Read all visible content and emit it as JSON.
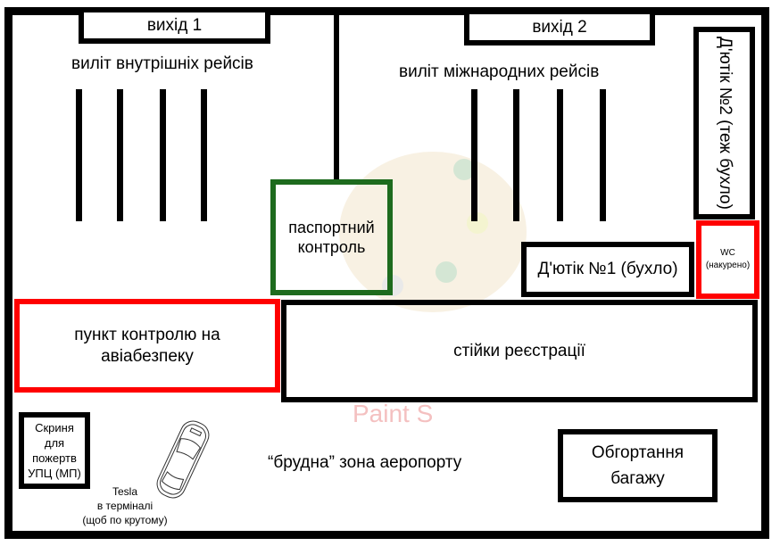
{
  "exits": {
    "exit1": "вихід 1",
    "exit2": "вихід 2"
  },
  "zones": {
    "domestic_departures": "виліт внутрішніх рейсів",
    "international_departures": "виліт міжнародних рейсів",
    "passport_control": "паспортний контроль",
    "duty_free_1": "Д'ютік №1 (бухло)",
    "duty_free_2": "Д'ютік №2 (теж бухло)",
    "wc_title": "WC",
    "wc_note": "(накурено)",
    "security_checkpoint": "пункт контролю на авіабезпеку",
    "checkin_counters": "стійки реєстрації",
    "donation_box": "Скриня для пожертв УПЦ (МП)",
    "tesla_line1": "Tesla",
    "tesla_line2": "в терміналі",
    "tesla_line3": "(щоб по крутому)",
    "landside": "“брудна” зона аеропорту",
    "baggage_wrap": "Обгортання багажу"
  },
  "watermark": "Paint S",
  "colors": {
    "wall": "#000000",
    "red": "#ff0000",
    "green": "#1e6b1e"
  }
}
